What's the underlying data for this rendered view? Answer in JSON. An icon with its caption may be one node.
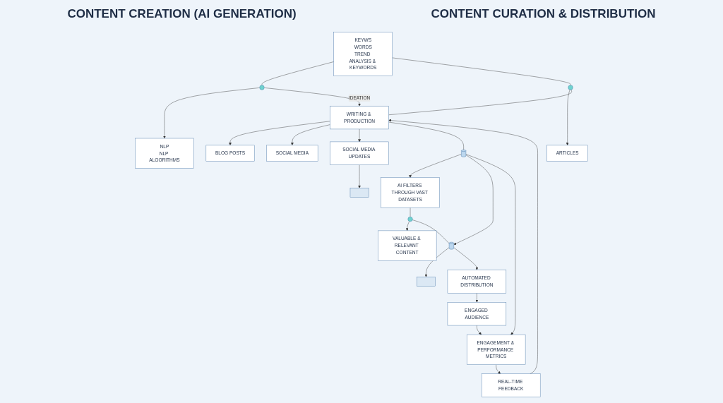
{
  "diagram": {
    "nodes": [
      {
        "text": [
          "KEYWS",
          "WORDS",
          "TREND ANALYSIS & KEYWORDS"
        ]
      },
      {
        "text": [],
        "shape": "circle"
      },
      {
        "text": [
          "NLP",
          "NLP ALGORITHMS"
        ]
      },
      {
        "text": [],
        "shape": "circle"
      },
      {
        "text": [
          "WRITING & PRODUCTION"
        ]
      },
      {
        "text": [
          "ARTICLES"
        ]
      },
      {
        "text": [
          "BLOG POSTS"
        ]
      },
      {
        "text": [
          "SOCIAL MEDIA"
        ]
      },
      {
        "text": [
          "SOCIAL MEDIA UPDATES"
        ]
      },
      {
        "text": [],
        "shape": "box"
      },
      {
        "text": [],
        "shape": "cylinder"
      },
      {
        "text": [
          "AI FILTERS THROUGH VAST DATASETS"
        ]
      },
      {
        "text": [],
        "shape": "circle"
      },
      {
        "text": [
          "VALUABLE & RELEVANT CONTENT"
        ]
      },
      {
        "text": [],
        "shape": "cylinder"
      },
      {
        "text": [],
        "shape": "box"
      },
      {
        "text": [
          "AUTOMATED DISTRIBUTION"
        ]
      },
      {
        "text": [
          "ENGAGED AUDIENCE"
        ]
      },
      {
        "text": [
          "ENGAGEMENT & PERFORMANCE METRICS"
        ]
      },
      {
        "text": [
          "REAL-TIME FEEDBACK"
        ]
      }
    ],
    "edges": [
      {
        "from": 0,
        "to": 1,
        "arrow": "none"
      },
      {
        "from": 1,
        "to": 2,
        "arrow": "to"
      },
      {
        "from": 1,
        "to": 4,
        "arrow": "to",
        "label": "IDEATION"
      },
      {
        "from": 0,
        "to": 3,
        "arrow": "none"
      },
      {
        "from": 3,
        "to": 5,
        "arrow": "to"
      },
      {
        "from": 3,
        "to": 4,
        "arrow": "none"
      },
      {
        "from": 4,
        "to": 6,
        "arrow": "to"
      },
      {
        "from": 4,
        "to": 7,
        "arrow": "to"
      },
      {
        "from": 4,
        "to": 8,
        "arrow": "to"
      },
      {
        "from": 8,
        "to": 9,
        "arrow": "to"
      },
      {
        "from": 4,
        "to": 10,
        "arrow": "none"
      },
      {
        "from": 10,
        "to": 11,
        "arrow": "to"
      },
      {
        "from": 10,
        "to": 14,
        "arrow": "to"
      },
      {
        "from": 10,
        "to": 18,
        "arrow": "to"
      },
      {
        "from": 11,
        "to": 12,
        "arrow": "none"
      },
      {
        "from": 12,
        "to": 13,
        "arrow": "to"
      },
      {
        "from": 12,
        "to": 14,
        "arrow": "none"
      },
      {
        "from": 14,
        "to": 15,
        "arrow": "to"
      },
      {
        "from": 14,
        "to": 16,
        "arrow": "to"
      },
      {
        "from": 16,
        "to": 17,
        "arrow": "to"
      },
      {
        "from": 17,
        "to": 18,
        "arrow": "to"
      },
      {
        "from": 18,
        "to": 19,
        "arrow": "to"
      },
      {
        "from": 19,
        "to": 4,
        "arrow": "to"
      }
    ],
    "labels": [
      "CONTENT CREATION (AI GENERATION)",
      "CONTENT CURATION & DISTRIBUTION"
    ]
  }
}
